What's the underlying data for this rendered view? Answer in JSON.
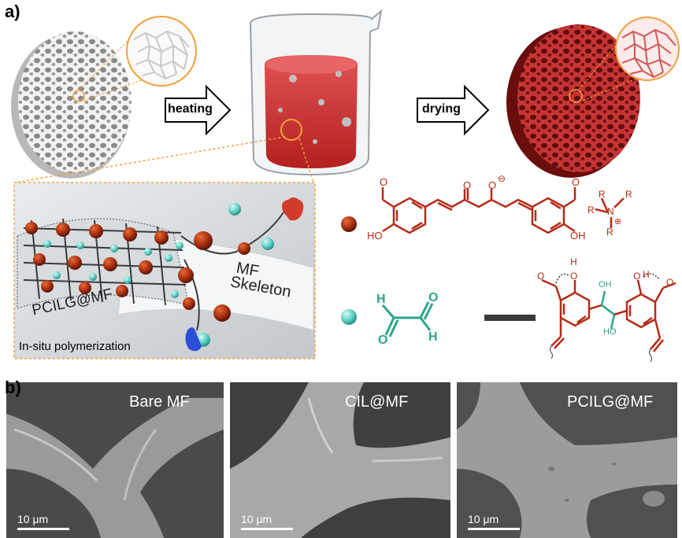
{
  "panel_a_label": "a)",
  "panel_b_label": "b)",
  "arrows": {
    "heating": "heating",
    "drying": "drying"
  },
  "inset": {
    "mf_label": "MF",
    "skeleton_label": "Skeleton",
    "pcilg_label": "PCILG@MF",
    "process_label": "In-situ polymerization"
  },
  "chemistry": {
    "ketone_o": "O",
    "enolate_o": "O",
    "minus_sign": "⊖",
    "methoxy_o_left": "O",
    "methoxy_o_right": "O",
    "ho_left": "HO",
    "oh_right": "OH",
    "ammonium_r": "R",
    "ammonium_n": "N",
    "plus_sign": "⊕",
    "glyoxal_h1": "H",
    "glyoxal_h2": "H",
    "glyoxal_o1": "O",
    "glyoxal_o2": "O",
    "product_oh1": "OH",
    "product_oh2": "HO",
    "product_o1": "O",
    "product_h1": "H",
    "product_o2": "O",
    "product_h2": "H",
    "product_o3": "O",
    "product_o4": "O"
  },
  "sem_images": [
    {
      "title": "Bare MF",
      "scale": "10 μm"
    },
    {
      "title": "CIL@MF",
      "scale": "10 μm"
    },
    {
      "title": "PCILG@MF",
      "scale": "10 μm"
    }
  ],
  "colors": {
    "red_polymer": "#b52a17",
    "teal_glyoxal": "#2aa58a",
    "orange_dotted": "#f0a040",
    "foam_white": "#e6e6e6"
  }
}
